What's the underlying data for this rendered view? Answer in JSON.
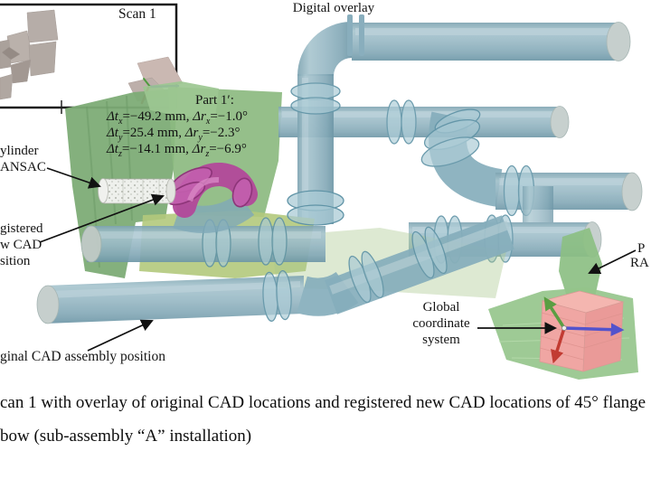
{
  "figure": {
    "inset_title": "Scan 1",
    "digital_overlay": "Digital overlay",
    "part1": {
      "title": "Part 1′:",
      "lines": [
        {
          "t": "Δt",
          "ts": "x",
          "mid": "=−49.2 mm, ",
          "r": "Δr",
          "rs": "x",
          "end": "=−1.0°"
        },
        {
          "t": "Δt",
          "ts": "y",
          "mid": "=25.4 mm, ",
          "r": "Δr",
          "rs": "y",
          "end": "=−2.3°"
        },
        {
          "t": "Δt",
          "ts": "z",
          "mid": "=−14.1 mm, ",
          "r": "Δr",
          "rs": "z",
          "end": "=−6.9°"
        }
      ]
    },
    "cylinder_ransac_lines": [
      "ylinder",
      "ANSAC"
    ],
    "registered_cad_lines": [
      "gistered",
      "w CAD",
      "sition"
    ],
    "original_cad": "ginal CAD assembly position",
    "global_coords_lines": [
      "Global",
      "coordinate",
      "system"
    ],
    "plane_ransac_lines": [
      "P",
      "RA"
    ],
    "colors": {
      "pipe_blue": "#8fb3c0",
      "point_cloud_green": "#7dac76",
      "yellow_green_patch": "#b3c97c",
      "registered_part_magenta": "#b2489a",
      "ransac_cylinder_white": "#eef0ec",
      "cube_pink": "#f0a6a3",
      "axis_blue": "#5353cc",
      "axis_green": "#5a9e42",
      "axis_red": "#c23b32"
    }
  },
  "caption": {
    "line1": "can 1 with overlay of original CAD locations and registered new CAD locations of 45° flange",
    "line2": "bow (sub-assembly “A” installation)"
  }
}
